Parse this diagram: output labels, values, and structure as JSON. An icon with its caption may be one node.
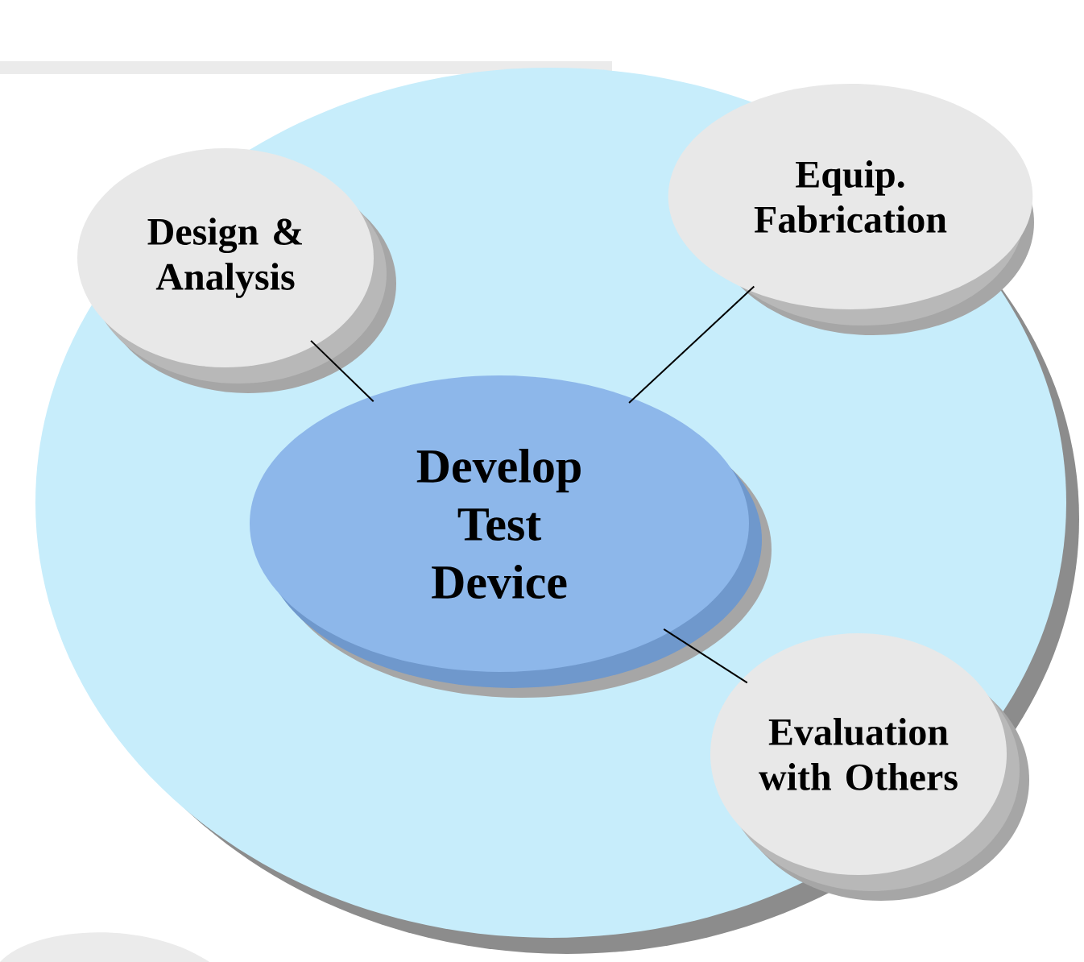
{
  "diagram": {
    "nodes": [
      {
        "text": [
          "Develop Test Device"
        ]
      },
      {
        "text": [
          "Design & Analysis"
        ]
      },
      {
        "text": [
          "Equip. Fabrication"
        ]
      },
      {
        "text": [
          "Evaluation with Others"
        ]
      }
    ],
    "edges": [
      {
        "from": 0,
        "to": 1,
        "arrow": "none"
      },
      {
        "from": 0,
        "to": 2,
        "arrow": "none"
      },
      {
        "from": 0,
        "to": 3,
        "arrow": "none"
      }
    ]
  }
}
